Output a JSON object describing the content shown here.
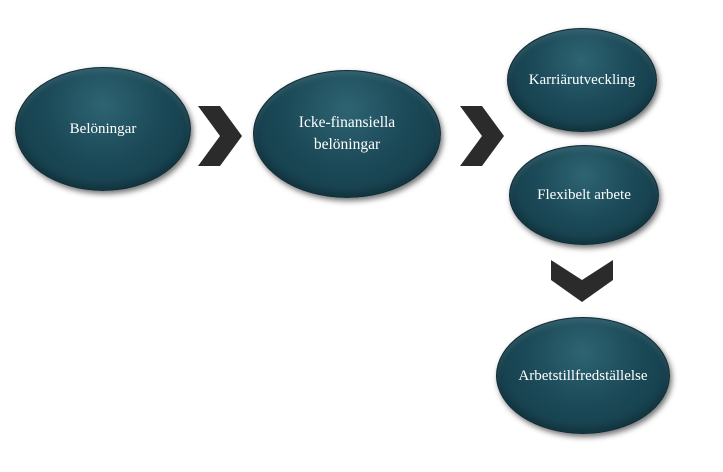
{
  "diagram": {
    "nodes": {
      "beloningar": "Belöningar",
      "icke_finansiella": "Icke-finansiella belöningar",
      "karriarutveckling": "Karriärutveckling",
      "flexibelt_arbete": "Flexibelt arbete",
      "arbetstillfredstallelse": "Arbetstillfredställelse"
    },
    "colors": {
      "node_fill": "#1c4a58",
      "node_text": "#ffffff",
      "arrow": "#2b2b2b"
    },
    "icons": {
      "arrow_right": "chevron-right-icon",
      "arrow_down": "chevron-down-icon"
    }
  }
}
